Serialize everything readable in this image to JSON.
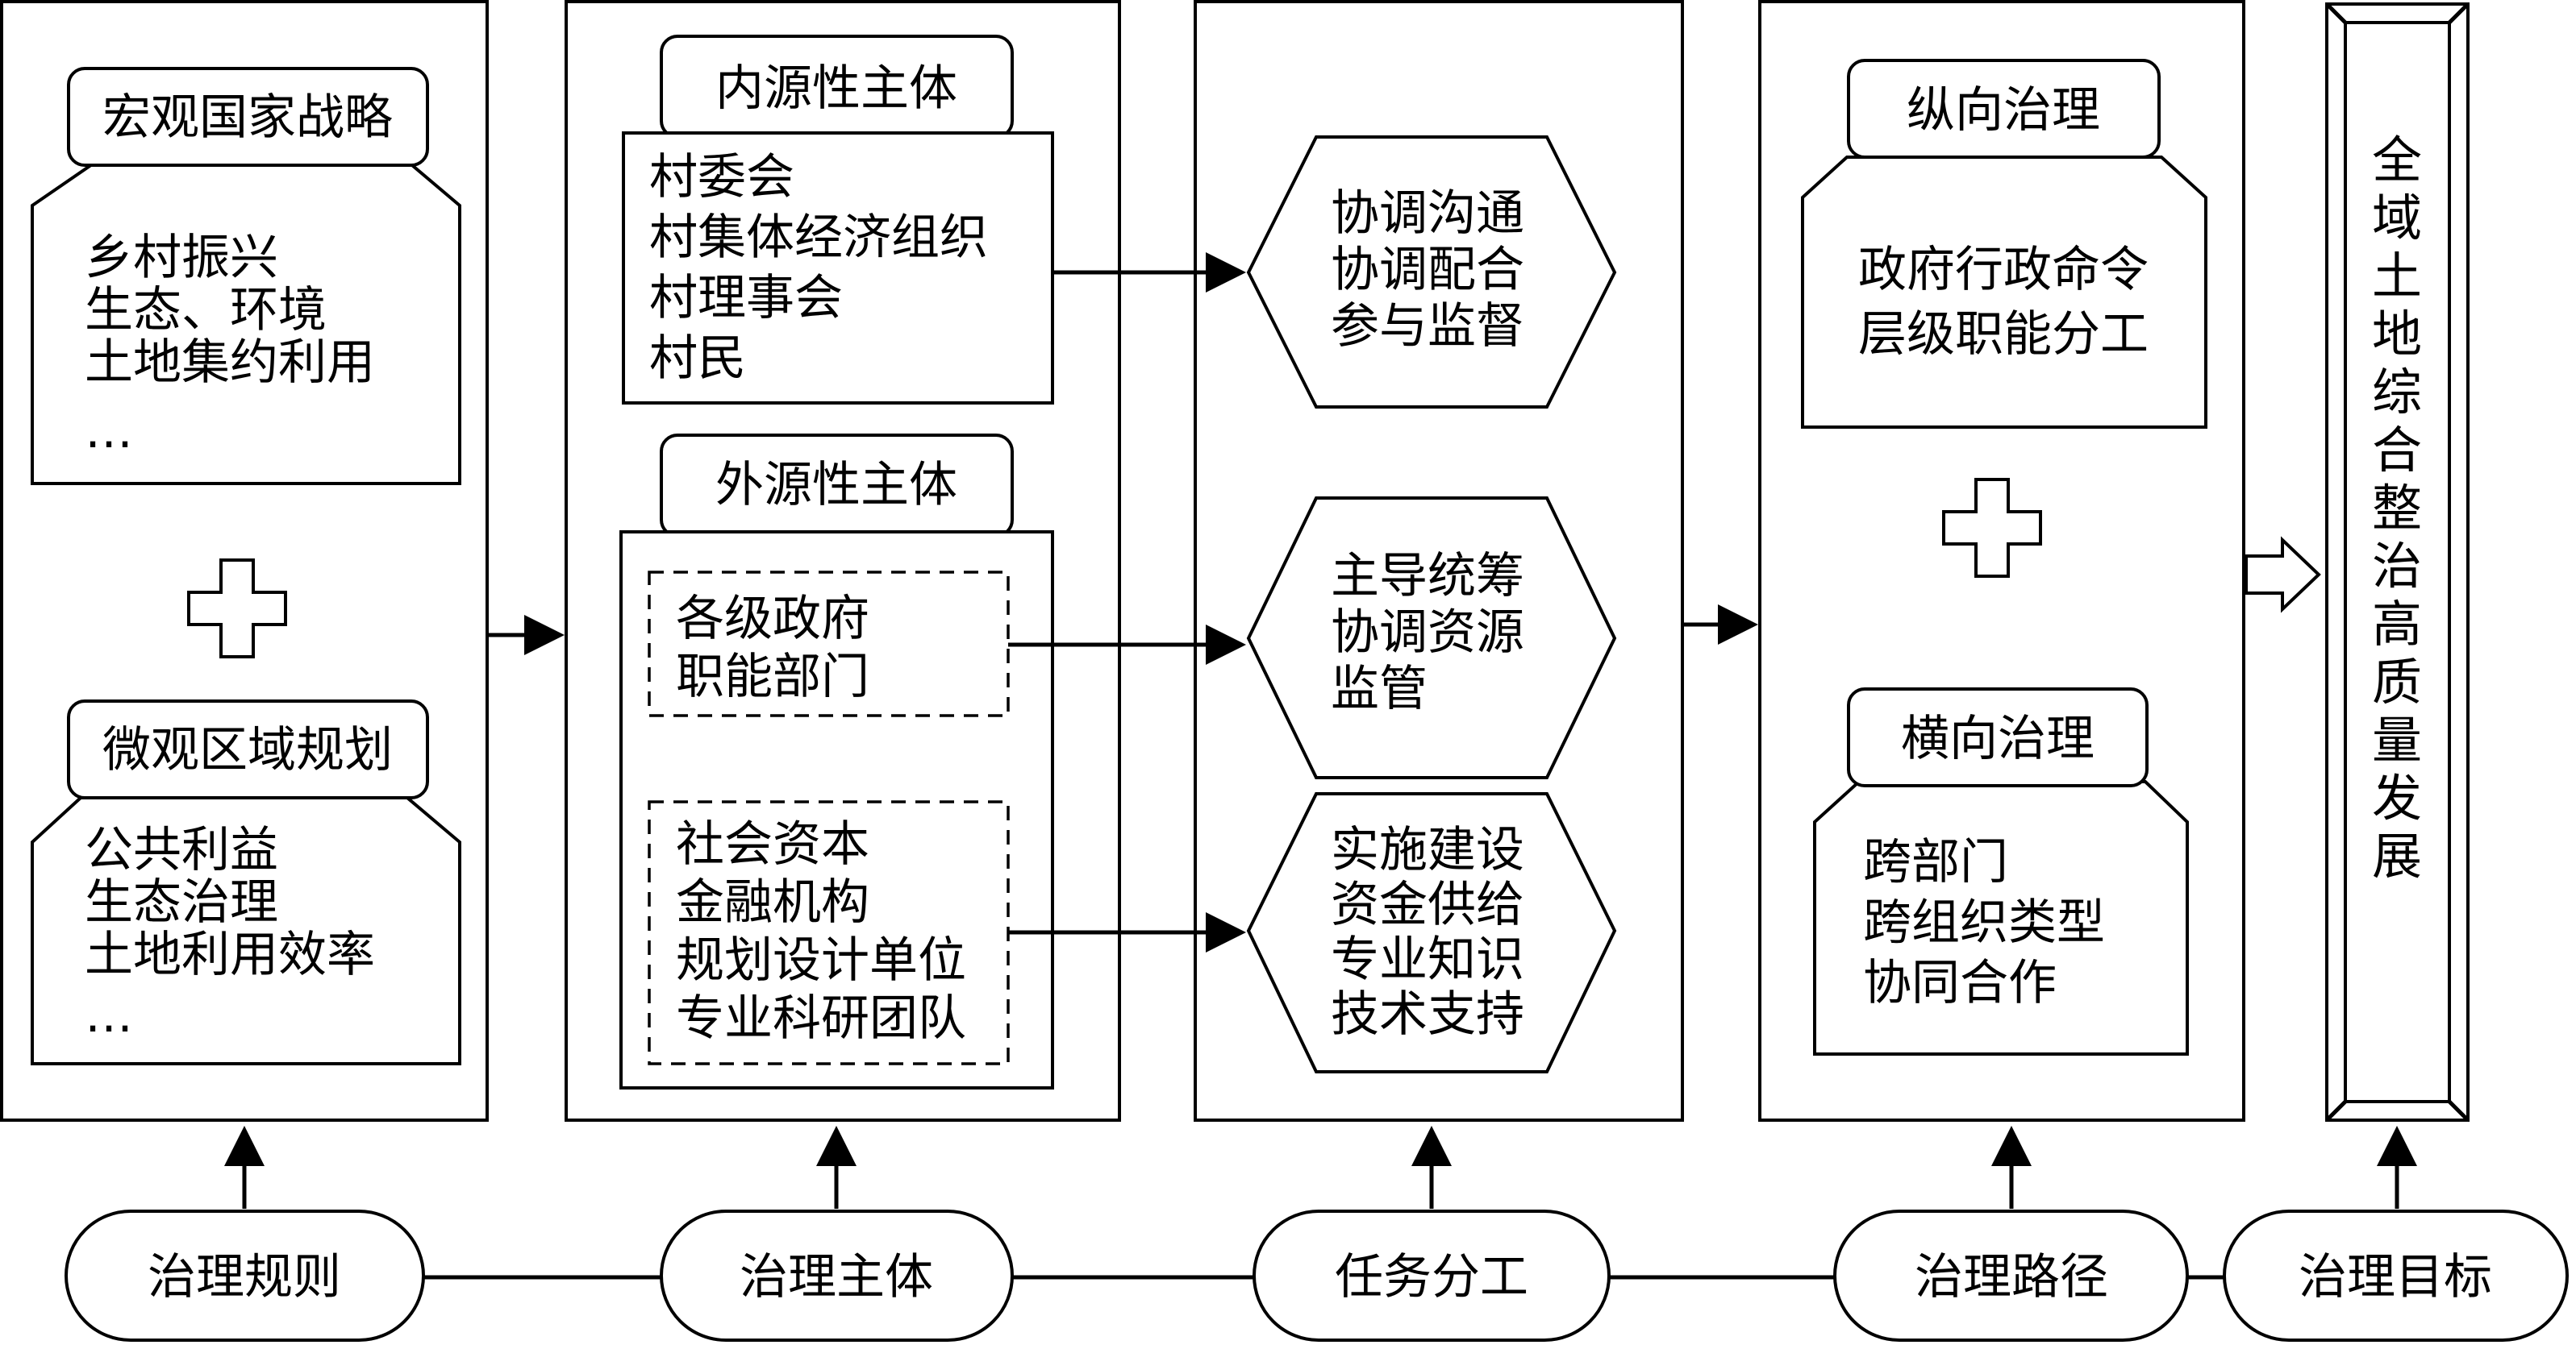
{
  "rules": {
    "macro_title": "宏观国家战略",
    "macro_items": [
      "乡村振兴",
      "生态、环境",
      "土地集约利用",
      "…"
    ],
    "micro_title": "微观区域规划",
    "micro_items": [
      "公共利益",
      "生态治理",
      "土地利用效率",
      "…"
    ]
  },
  "subjects": {
    "internal_title": "内源性主体",
    "internal_items": [
      "村委会",
      "村集体经济组织",
      "村理事会",
      "村民"
    ],
    "external_title": "外源性主体",
    "gov_items": [
      "各级政府",
      "职能部门"
    ],
    "social_items": [
      "社会资本",
      "金融机构",
      "规划设计单位",
      "专业科研团队"
    ]
  },
  "tasks": {
    "hex1": [
      "协调沟通",
      "协调配合",
      "参与监督"
    ],
    "hex2": [
      "主导统筹",
      "协调资源",
      "监管"
    ],
    "hex3": [
      "实施建设",
      "资金供给",
      "专业知识",
      "技术支持"
    ]
  },
  "paths": {
    "vertical_title": "纵向治理",
    "vertical_items": [
      "政府行政命令",
      "层级职能分工"
    ],
    "horizontal_title": "横向治理",
    "horizontal_items": [
      "跨部门",
      "跨组织类型",
      "协同合作"
    ]
  },
  "goal": {
    "text": [
      "全",
      "域",
      "土",
      "地",
      "综",
      "合",
      "整",
      "治",
      "高",
      "质",
      "量",
      "发",
      "展"
    ]
  },
  "bottom": {
    "labels": [
      "治理规则",
      "治理主体",
      "任务分工",
      "治理路径",
      "治理目标"
    ]
  }
}
